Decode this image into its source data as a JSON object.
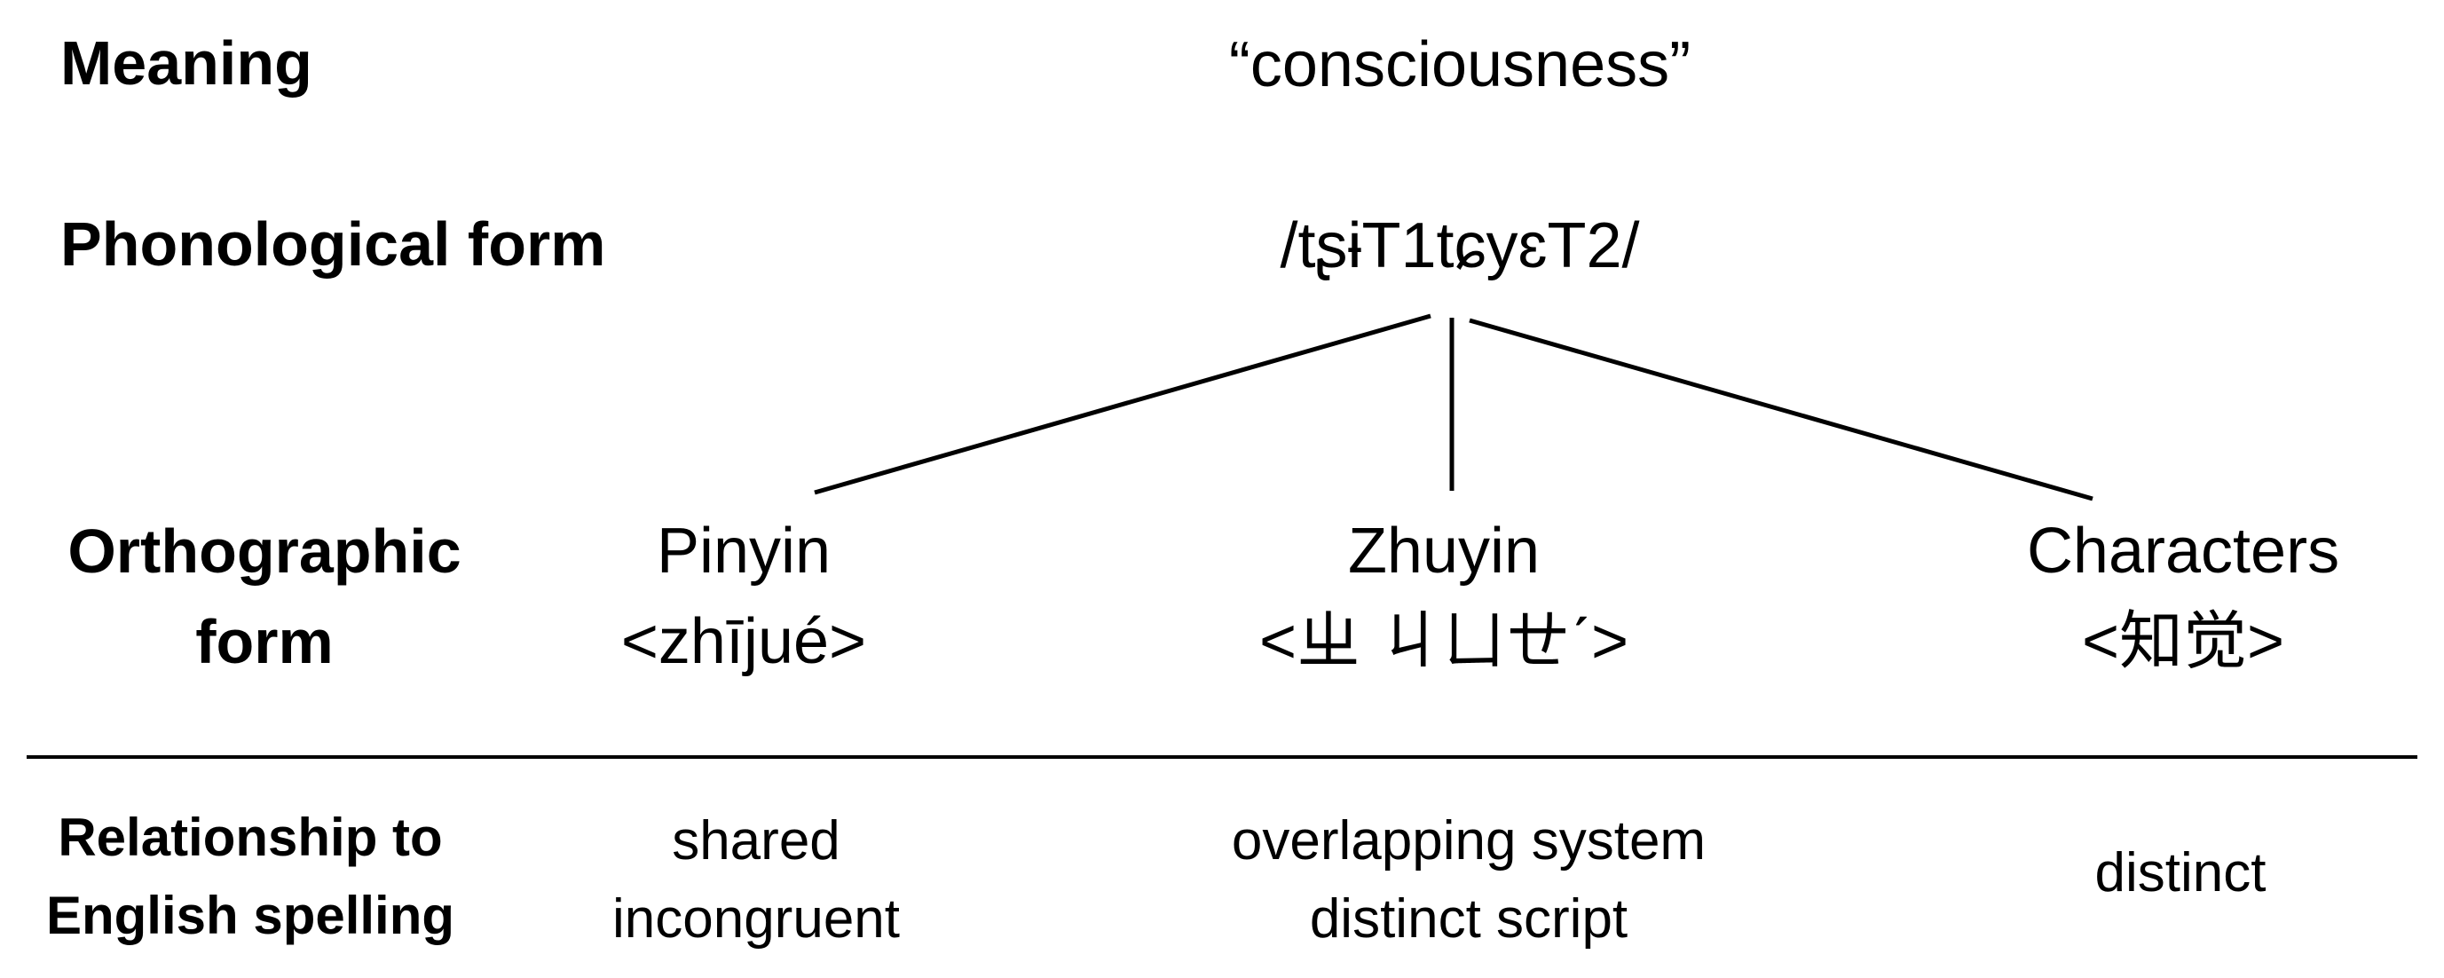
{
  "meaning": {
    "label": "Meaning",
    "value": "“consciousness”"
  },
  "phonological": {
    "label": "Phonological form",
    "value": "/tʂɨT1tɕyɛT2/"
  },
  "orthographic": {
    "label_line1": "Orthographic",
    "label_line2": "form",
    "forms": [
      {
        "name": "Pinyin",
        "example": "<zhījué>"
      },
      {
        "name": "Zhuyin",
        "example": "<ㄓ ㄐㄩㄝˊ>"
      },
      {
        "name": "Characters",
        "example": "<知觉>"
      }
    ]
  },
  "relationship": {
    "label_line1": "Relationship to",
    "label_line2": "English spelling",
    "values": [
      {
        "line1": "shared",
        "line2": "incongruent"
      },
      {
        "line1": "overlapping system",
        "line2": "distinct script"
      },
      {
        "line1": "distinct",
        "line2": ""
      }
    ]
  }
}
